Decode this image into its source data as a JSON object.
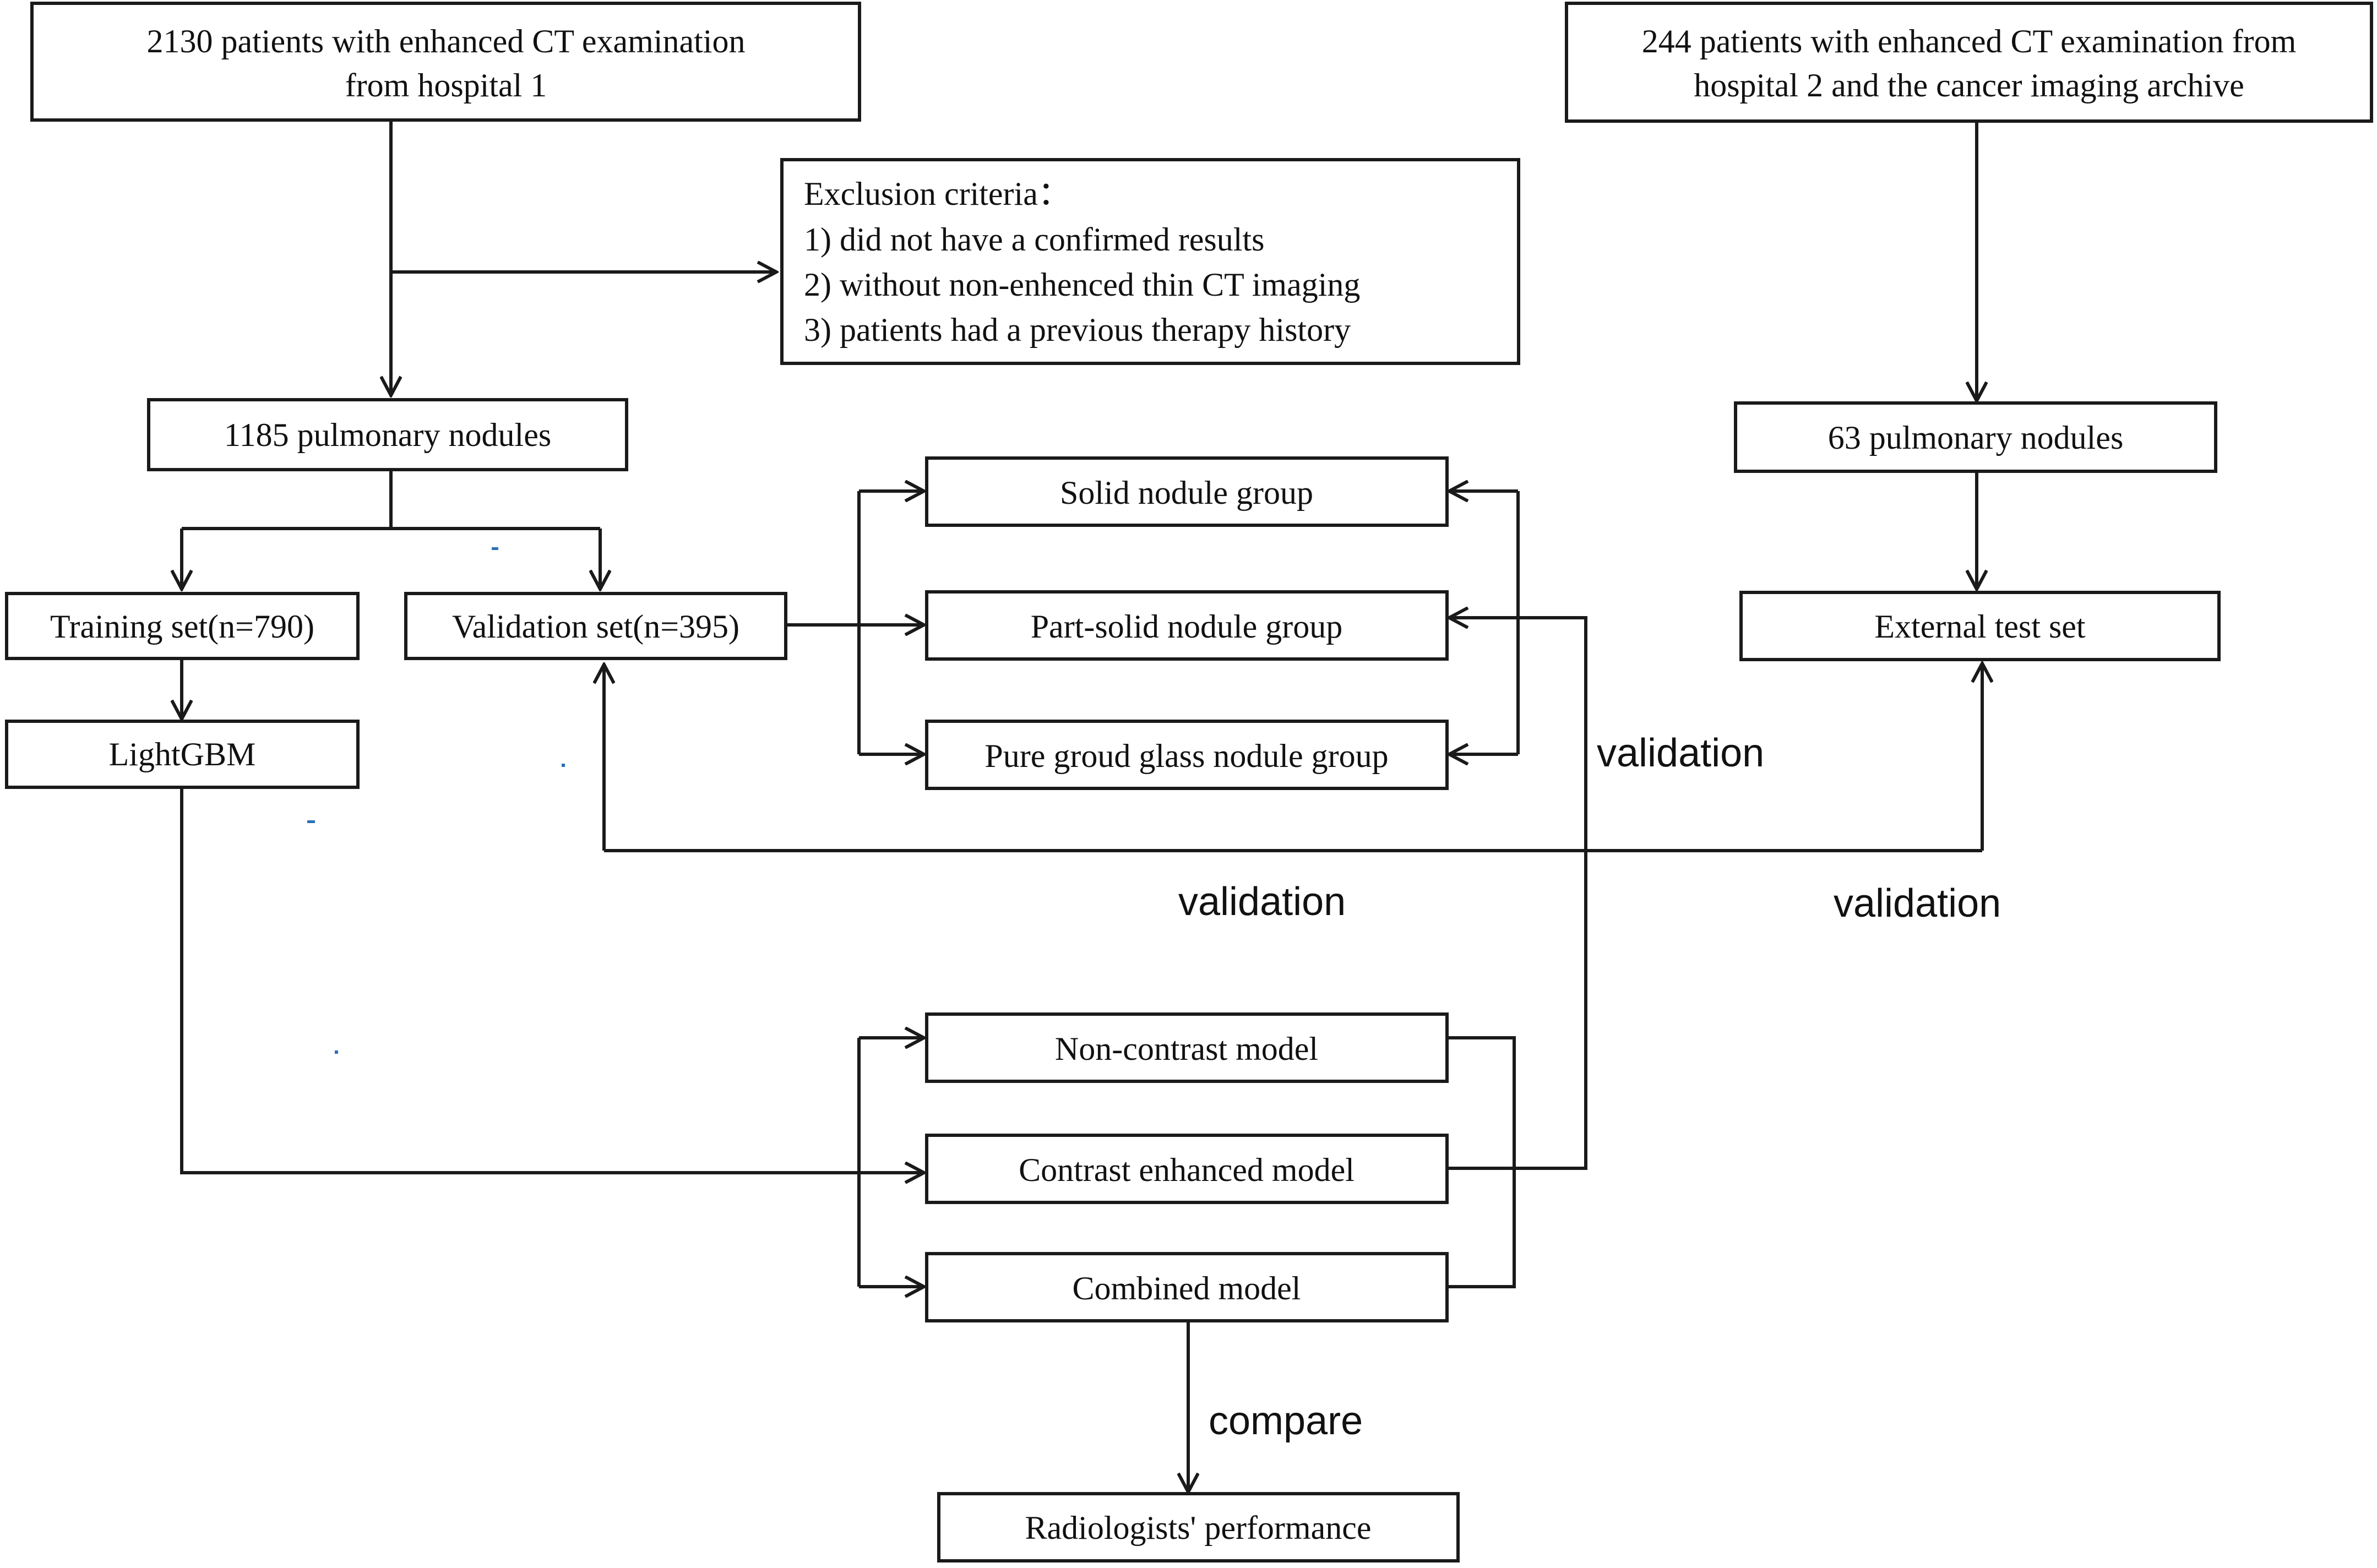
{
  "nodes": {
    "hospital1": {
      "line1": "2130 patients with enhanced CT examination",
      "line2": "from hospital 1"
    },
    "hospital2": {
      "line1": "244 patients with enhanced CT examination from",
      "line2": "hospital 2 and the cancer imaging archive"
    },
    "exclusion": {
      "title": "Exclusion criteria：",
      "items": [
        "1)  did not have a confirmed results",
        "2)  without non-enhenced thin CT imaging",
        "3)  patients had a  previous therapy history"
      ]
    },
    "nodules_1185": "1185 pulmonary nodules",
    "nodules_63": "63 pulmonary nodules",
    "training": "Training set(n=790)",
    "validation": "Validation  set(n=395)",
    "external_test": "External test  set",
    "lightgbm": "LightGBM",
    "solid": "Solid nodule group",
    "part_solid": "Part-solid nodule group",
    "pure_ggn": "Pure groud glass nodule group",
    "non_contrast": "Non-contrast model",
    "contrast_enhanced": "Contrast enhanced model",
    "combined": "Combined  model",
    "radiologists": "Radiologists' performance"
  },
  "edge_labels": {
    "validation_right": "validation",
    "validation_middle": "validation",
    "validation_external": "validation",
    "compare": "compare"
  }
}
